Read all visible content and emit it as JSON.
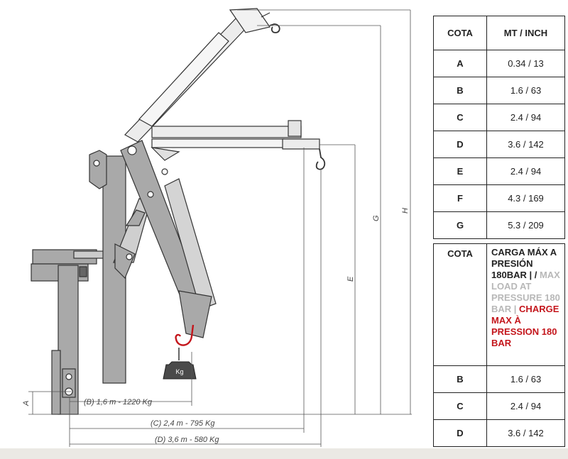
{
  "diagram": {
    "dimension_labels": {
      "a": "A",
      "e": "E",
      "g": "G",
      "h": "H",
      "b": "(B) 1,6 m - 1220 Kg",
      "c": "(C) 2,4 m - 795 Kg",
      "d": "(D) 3,6 m - 580 Kg"
    },
    "weight_label": "Kg"
  },
  "table1": {
    "header": [
      "COTA",
      "MT / INCH"
    ],
    "rows": [
      {
        "key": "A",
        "value": "0.34 / 13"
      },
      {
        "key": "B",
        "value": "1.6 / 63"
      },
      {
        "key": "C",
        "value": "2.4 / 94"
      },
      {
        "key": "D",
        "value": "3.6 / 142"
      },
      {
        "key": "E",
        "value": "2.4 / 94"
      },
      {
        "key": "F",
        "value": "4.3 / 169"
      },
      {
        "key": "G",
        "value": "5.3 / 209"
      }
    ]
  },
  "table2": {
    "header_key": "COTA",
    "header_load": {
      "es": "CARGA MÁX A PRESIÓN 180BAR",
      "sep1": " | /",
      "en": "MAX LOAD AT PRESSURE 180 BAR |",
      "fr": "CHARGE MAX À PRESSION 180 BAR"
    },
    "rows": [
      {
        "key": "B",
        "value": "1.6 / 63"
      },
      {
        "key": "C",
        "value": "2.4 / 94"
      },
      {
        "key": "D",
        "value": "3.6 / 142"
      }
    ]
  }
}
